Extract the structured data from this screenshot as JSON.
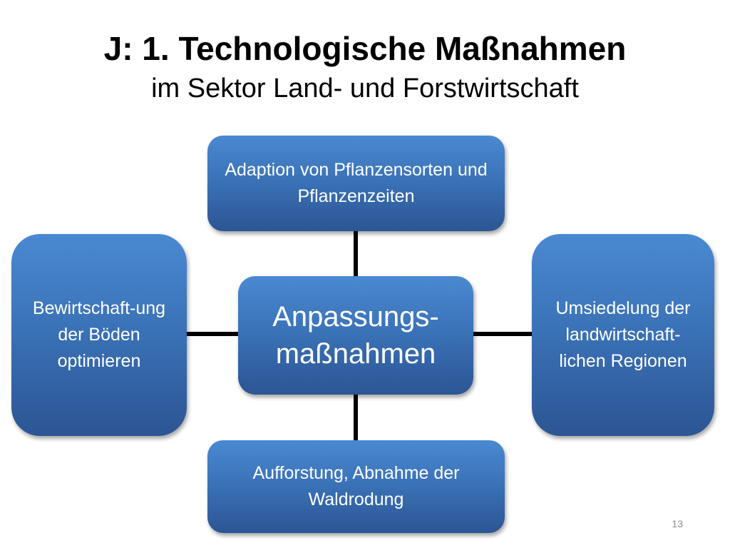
{
  "slide": {
    "title": "J: 1. Technologische Maßnahmen",
    "subtitle": "im Sektor Land- und Forstwirtschaft",
    "page_number": "13"
  },
  "diagram": {
    "center": "Anpassungs-maßnahmen",
    "top": "Adaption von Pflanzensorten und Pflanzenzeiten",
    "left": "Bewirtschaft-ung der Böden optimieren",
    "right": "Umsiedelung der landwirtschaft-lichen Regionen",
    "bottom": "Aufforstung, Abnahme der Waldrodung"
  },
  "colors": {
    "box_top": "#4a89d2",
    "box_bottom": "#2c5594",
    "text": "#ffffff",
    "connector": "#000000"
  }
}
